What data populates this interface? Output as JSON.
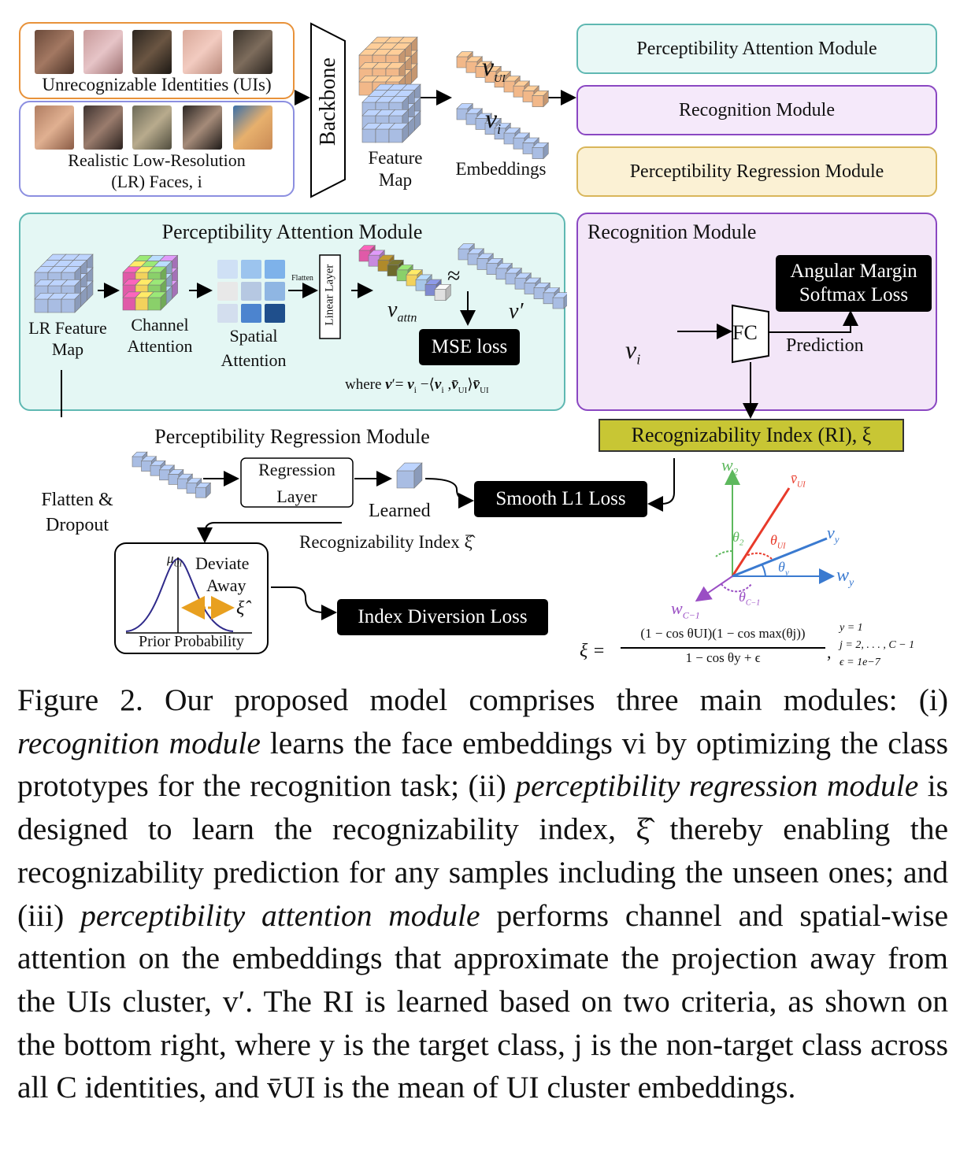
{
  "top": {
    "ui_label": "Unrecognizable Identities (UIs)",
    "lr_label_line1": "Realistic Low-Resolution",
    "lr_label_line2": "(LR) Faces, i",
    "backbone": "Backbone",
    "feature_map_line1": "Feature",
    "feature_map_line2": "Map",
    "v_ui": "vUI",
    "v_i": "vi",
    "embeddings": "Embeddings",
    "modules": [
      "Perceptibility Attention Module",
      "Recognition Module",
      "Perceptibility Regression Module"
    ]
  },
  "attention": {
    "title": "Perceptibility Attention Module",
    "lr_feature_line1": "LR Feature",
    "lr_feature_line2": "Map",
    "channel_line1": "Channel",
    "channel_line2": "Attention",
    "spatial_line1": "Spatial",
    "spatial_line2": "Attention",
    "flatten": "Flatten",
    "linear_layer": "Linear Layer",
    "v_attn": "vattn",
    "approx": "≈",
    "v_prime": "v′",
    "mse": "MSE loss",
    "where": "where v′= vi −⟨vi ,v̄UI⟩v̄UI"
  },
  "recognition": {
    "title": "Recognition Module",
    "loss_line1": "Angular Margin",
    "loss_line2": "Softmax Loss",
    "fc": "FC",
    "prediction": "Prediction",
    "v_i": "vi"
  },
  "ri": {
    "label": "Recognizability Index (RI), ξ"
  },
  "regression": {
    "title": "Perceptibility Regression Module",
    "flatten_line1": "Flatten &",
    "flatten_line2": "Dropout",
    "layer_line1": "Regression",
    "layer_line2": "Layer",
    "learned": "Learned",
    "learned_ri": "Recognizability Index ξ̂",
    "smooth": "Smooth L1 Loss",
    "mu": "μUI",
    "deviate_line1": "Deviate",
    "deviate_line2": "Away",
    "xi_hat": "ξ̂",
    "prior": "Prior Probability",
    "diversion": "Index Diversion Loss"
  },
  "vector": {
    "w2": "w2",
    "vui": "v̄UI",
    "vy": "vy",
    "wy": "wy",
    "wc": "wC−1",
    "theta2": "θ2",
    "thetaui": "θUI",
    "thetay": "θy",
    "thetac": "θC−1"
  },
  "formula": {
    "lhs": "ξ =",
    "numerator": "(1 − cos θUI)(1 − cos max(θj))",
    "denominator": "1 − cos θy + ϵ",
    "cond1": "y = 1",
    "cond2": "j = 2, . . . , C − 1",
    "cond3": "ϵ = 1e−7"
  },
  "caption": {
    "p1": "Figure 2.  Our proposed model comprises three main modules: (i) ",
    "p1_em": "recognition module",
    "p2": " learns the face embeddings vi by optimizing the class prototypes for the recognition task; (ii) ",
    "p2_em": "perceptibility regression module",
    "p3": " is designed to learn the recognizability index, ξ̂ thereby enabling the recognizability prediction for any samples including the unseen ones; and (iii) ",
    "p3_em": "perceptibility attention module",
    "p4": " performs channel and spatial-wise attention on the embeddings that approximate the projection away from the UIs cluster, v′. The RI is learned based on two criteria, as shown on the bottom right, where y is the target class, j is the non-target class across all C identities, and v̄UI is the mean of UI cluster embeddings."
  },
  "colors": {
    "ui_border": "#e8923a",
    "lr_border": "#8c8fe0",
    "attention_bg": "#e4f7f4",
    "attention_border": "#5fb8b2",
    "recognition_bg": "#f3e6f8",
    "recognition_border": "#8a47c2",
    "regression_bg": "#faefcf",
    "regression_border": "#d9b65a",
    "ri_bg": "#c8c634",
    "cube_blue": "#a9bde3",
    "cube_orange": "#f2b889"
  }
}
